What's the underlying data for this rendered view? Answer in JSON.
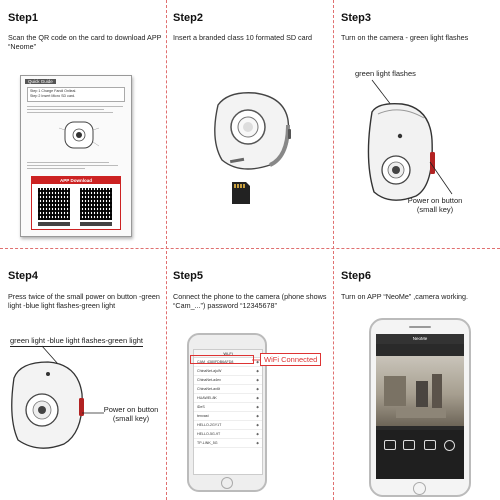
{
  "steps": [
    {
      "title": "Step1",
      "desc": "Scan the QR code on the card to download APP “Neome”"
    },
    {
      "title": "Step2",
      "desc": "Insert a branded class 10 formated SD card"
    },
    {
      "title": "Step3",
      "desc": "Turn on the camera - green light flashes"
    },
    {
      "title": "Step4",
      "desc": "Press twice of the small power on button -green light -blue light flashes-green light"
    },
    {
      "title": "Step5",
      "desc": "Connect the phone to the camera (phone shows “Cam_...”) password “12345678”"
    },
    {
      "title": "Step6",
      "desc": "Turn on APP “NeoMe” ,camera working."
    }
  ],
  "callouts": {
    "step3_light": "green light flashes",
    "step3_power": "Power on button (small key)",
    "step4_light": "green light -blue light flashes-green light",
    "step4_power": "Power on button (small key)",
    "wifi_connected": "WiFi Connected"
  },
  "card": {
    "heading": "Quick Guide",
    "line1": "Step 1 Charge Fandi Onlieal.",
    "line2": "Step 2 Insert Micro SD card.",
    "app_download": "APP Download"
  },
  "phone5": {
    "wifi_header": "Wi-Fi",
    "networks": [
      "CAM_4380FDB6AFD8",
      "ChinaNet-ajuW",
      "ChinaNet-a4ex",
      "ChinaNet-ax6t",
      "HUAWEI-8K",
      "iDeS",
      "tenvast",
      "HELLO-2GY1T",
      "HELLO-5G-9T",
      "TP-LINK_5G"
    ]
  },
  "phone6": {
    "app_name": "NeoMe"
  },
  "colors": {
    "divider": "#e07070",
    "highlight": "#d33333"
  }
}
